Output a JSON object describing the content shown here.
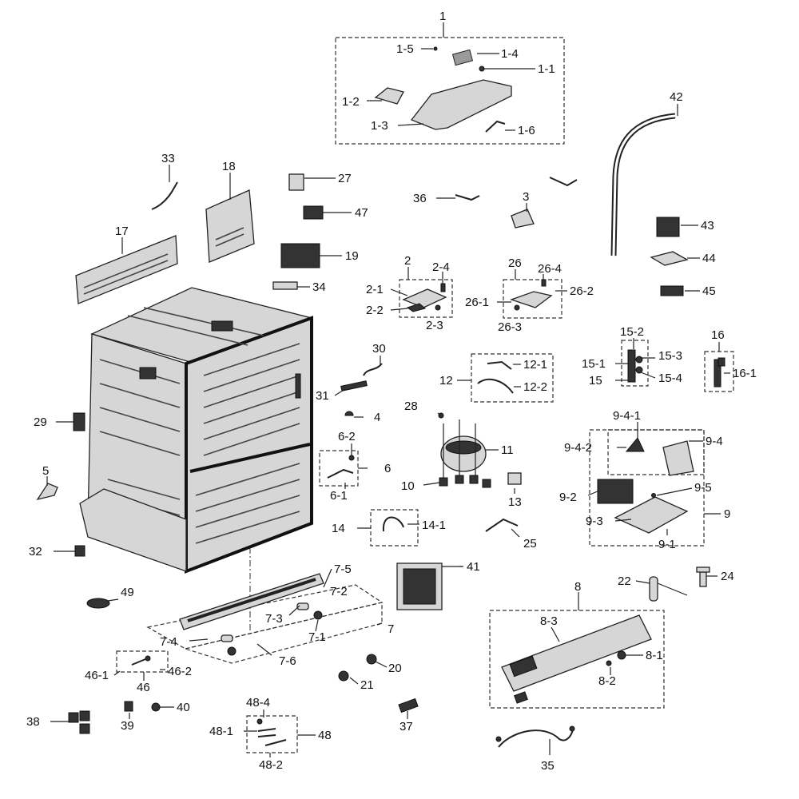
{
  "labels": {
    "l1": "1",
    "l1_1": "1-1",
    "l1_2": "1-2",
    "l1_3": "1-3",
    "l1_4": "1-4",
    "l1_5": "1-5",
    "l1_6": "1-6",
    "l2": "2",
    "l2_1": "2-1",
    "l2_2": "2-2",
    "l2_3": "2-3",
    "l2_4": "2-4",
    "l3": "3",
    "l4": "4",
    "l5": "5",
    "l6": "6",
    "l6_1": "6-1",
    "l6_2": "6-2",
    "l7": "7",
    "l7_1": "7-1",
    "l7_2": "7-2",
    "l7_3": "7-3",
    "l7_4": "7-4",
    "l7_5": "7-5",
    "l7_6": "7-6",
    "l8": "8",
    "l8_1": "8-1",
    "l8_2": "8-2",
    "l8_3": "8-3",
    "l9": "9",
    "l9_1": "9-1",
    "l9_2": "9-2",
    "l9_3": "9-3",
    "l9_4": "9-4",
    "l9_4_1": "9-4-1",
    "l9_4_2": "9-4-2",
    "l9_5": "9-5",
    "l10": "10",
    "l11": "11",
    "l12": "12",
    "l12_1": "12-1",
    "l12_2": "12-2",
    "l13": "13",
    "l14": "14",
    "l14_1": "14-1",
    "l15": "15",
    "l15_1": "15-1",
    "l15_2": "15-2",
    "l15_3": "15-3",
    "l15_4": "15-4",
    "l16": "16",
    "l16_1": "16-1",
    "l17": "17",
    "l18": "18",
    "l19": "19",
    "l20": "20",
    "l21": "21",
    "l22": "22",
    "l24": "24",
    "l25": "25",
    "l26": "26",
    "l26_1": "26-1",
    "l26_2": "26-2",
    "l26_3": "26-3",
    "l26_4": "26-4",
    "l27": "27",
    "l28": "28",
    "l29": "29",
    "l30": "30",
    "l31": "31",
    "l32": "32",
    "l33": "33",
    "l34": "34",
    "l35": "35",
    "l36": "36",
    "l37": "37",
    "l38": "38",
    "l39": "39",
    "l40": "40",
    "l41": "41",
    "l42": "42",
    "l43": "43",
    "l44": "44",
    "l45": "45",
    "l46": "46",
    "l46_1": "46-1",
    "l46_2": "46-2",
    "l47": "47",
    "l48": "48",
    "l48_1": "48-1",
    "l48_2": "48-2",
    "l48_4": "48-4",
    "l49": "49"
  }
}
